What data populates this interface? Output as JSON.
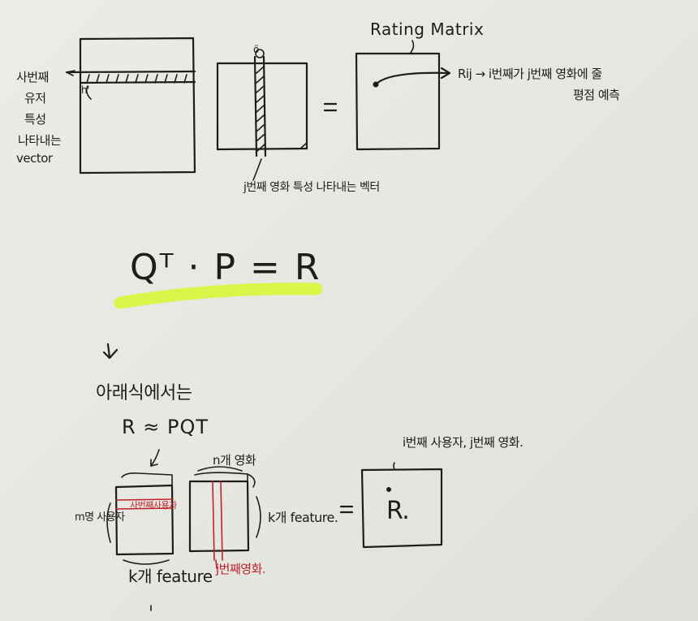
{
  "colors": {
    "board": "#e7e8e2",
    "ink": "#1d1d1b",
    "red_marker": "#c0202a",
    "highlight": "#d8f53a"
  },
  "top_section": {
    "user_vector_label": [
      "사번째",
      "유저",
      "특성",
      "나타내는",
      "vector"
    ],
    "user_matrix_annotation": "h'",
    "column_marker": "ö",
    "movie_vector_label": "j번째 영화 특성 나타내는 벡터",
    "equals": "=",
    "rating_matrix_title": "Rating Matrix",
    "rating_cell_label": "Rij → i번째가 j번째 영화에 줄",
    "rating_cell_label_line2": "평점 예측"
  },
  "equation": {
    "text": "Qᵀ · P = R",
    "highlight": true
  },
  "bottom_section": {
    "arrow": "↓",
    "caption": "아래식에서는",
    "formula": "R ≈ PQT",
    "left_matrix_label": "m명 사용자",
    "left_matrix_red_label": "사번째사용자",
    "left_matrix_bottom_label": "k개 feature",
    "right_matrix_top_label": "n개 영화",
    "right_matrix_side_label": "k개 feature.",
    "right_matrix_red_label": "j번째영화.",
    "equals": "=",
    "result_top_label": "i번째 사용자, j번째 영화.",
    "result_cell_label": "R."
  }
}
